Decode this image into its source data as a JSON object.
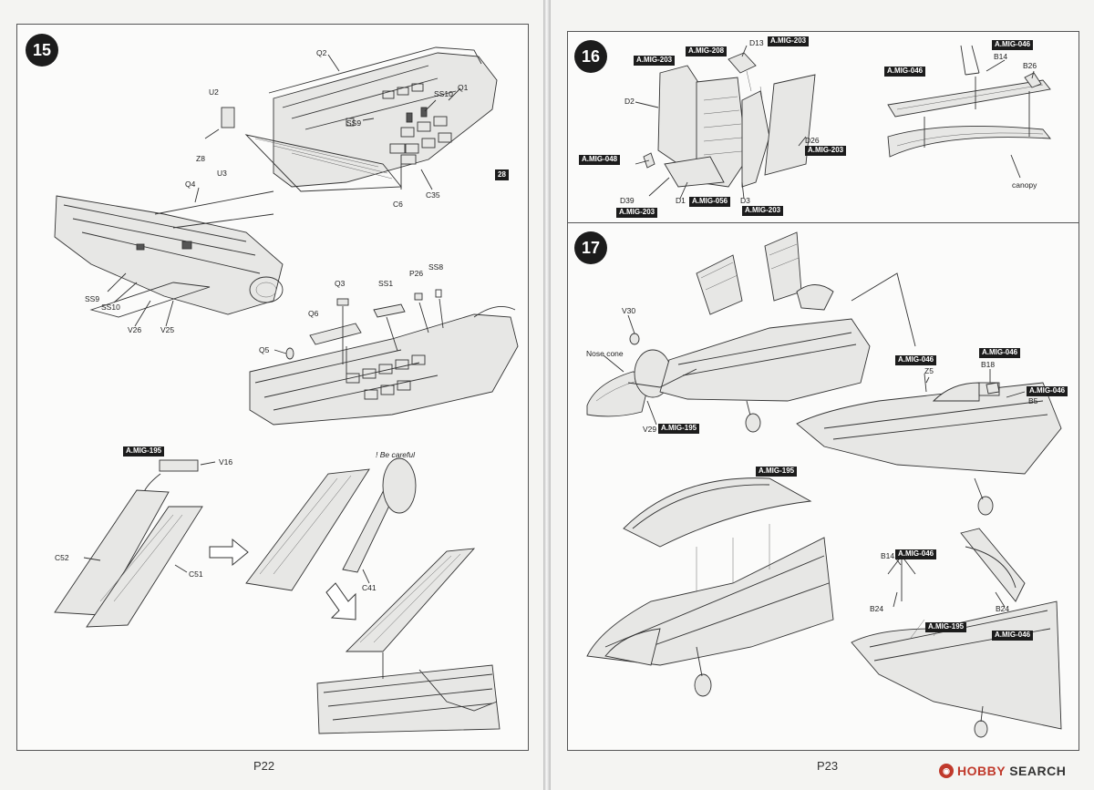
{
  "left_page": {
    "page_number": "P22",
    "step": "15",
    "labels": {
      "q2": "Q2",
      "q1": "Q1",
      "u2": "U2",
      "u3": "U3",
      "z8": "Z8",
      "ss9_top": "SS9",
      "ss10_top": "SS10",
      "c6": "C6",
      "c35": "C35",
      "q4": "Q4",
      "ss9": "SS9",
      "ss10": "SS10",
      "v26": "V26",
      "v25": "V25",
      "q3": "Q3",
      "ss1": "SS1",
      "p26": "P26",
      "ss8": "SS8",
      "q6": "Q6",
      "q5": "Q5",
      "v16": "V16",
      "c52": "C52",
      "c51": "C51",
      "c41": "C41"
    },
    "box_28": "28",
    "tags": {
      "mig195": "A.MIG-195"
    },
    "be_careful": "! Be careful"
  },
  "right_page": {
    "page_number": "P23",
    "step16": "16",
    "step17": "17",
    "s16_labels": {
      "d13": "D13",
      "d2": "D2",
      "d39": "D39",
      "d1": "D1",
      "d3": "D3",
      "d26": "D26",
      "b14": "B14",
      "b26": "B26",
      "canopy": "canopy"
    },
    "s16_tags": {
      "mig203_top": "A.MIG-203",
      "mig203_left": "A.MIG-203",
      "mig208": "A.MIG-208",
      "mig048": "A.MIG-048",
      "mig203_bottom_left": "A.MIG-203",
      "mig056": "A.MIG-056",
      "mig203_bottom_right": "A.MIG-203",
      "mig203_d26": "A.MIG-203",
      "mig046_top": "A.MIG-046",
      "mig046_left": "A.MIG-046"
    },
    "s17_labels": {
      "v30": "V30",
      "nose_cone": "Nose cone",
      "v29": "V29",
      "z5": "Z5",
      "b18": "B18",
      "b5": "B5",
      "b14": "B14",
      "b24_left": "B24",
      "b24_right": "B24"
    },
    "s17_tags": {
      "mig195_v29": "A.MIG-195",
      "mig046_z5": "A.MIG-046",
      "mig046_b18": "A.MIG-046",
      "mig046_b5": "A.MIG-046",
      "mig195_canopy": "A.MIG-195",
      "mig046_b14": "A.MIG-046",
      "mig195_bottom": "A.MIG-195",
      "mig046_bottom": "A.MIG-046"
    }
  },
  "watermark": {
    "brand_prefix": "HOBBY",
    "brand_suffix": "SEARCH"
  }
}
